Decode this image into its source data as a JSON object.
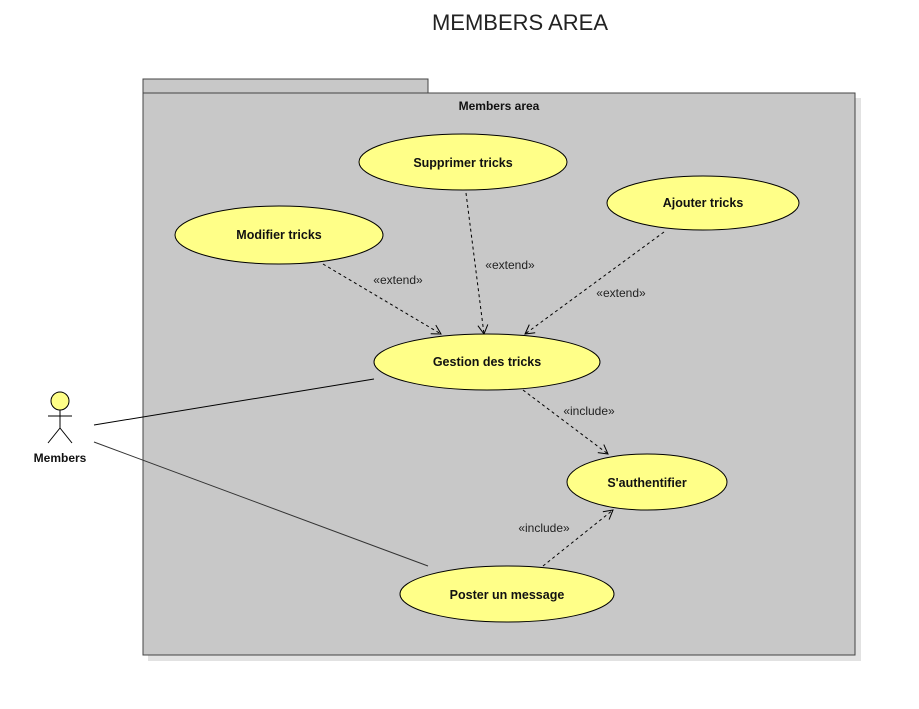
{
  "diagram": {
    "title": "MEMBERS AREA",
    "package_label": "Members area",
    "actor_label": "Members",
    "use_cases": {
      "modifier": "Modifier tricks",
      "supprimer": "Supprimer tricks",
      "ajouter": "Ajouter tricks",
      "gestion": "Gestion des tricks",
      "authentifier": "S'authentifier",
      "poster": "Poster un message"
    },
    "relations": {
      "extend_modifier": "«extend»",
      "extend_supprimer": "«extend»",
      "extend_ajouter": "«extend»",
      "include_gestion": "«include»",
      "include_poster": "«include»"
    },
    "colors": {
      "use_case_fill": "#ffff88",
      "package_fill": "#c8c8c8",
      "actor_fill": "#ffff88"
    }
  }
}
